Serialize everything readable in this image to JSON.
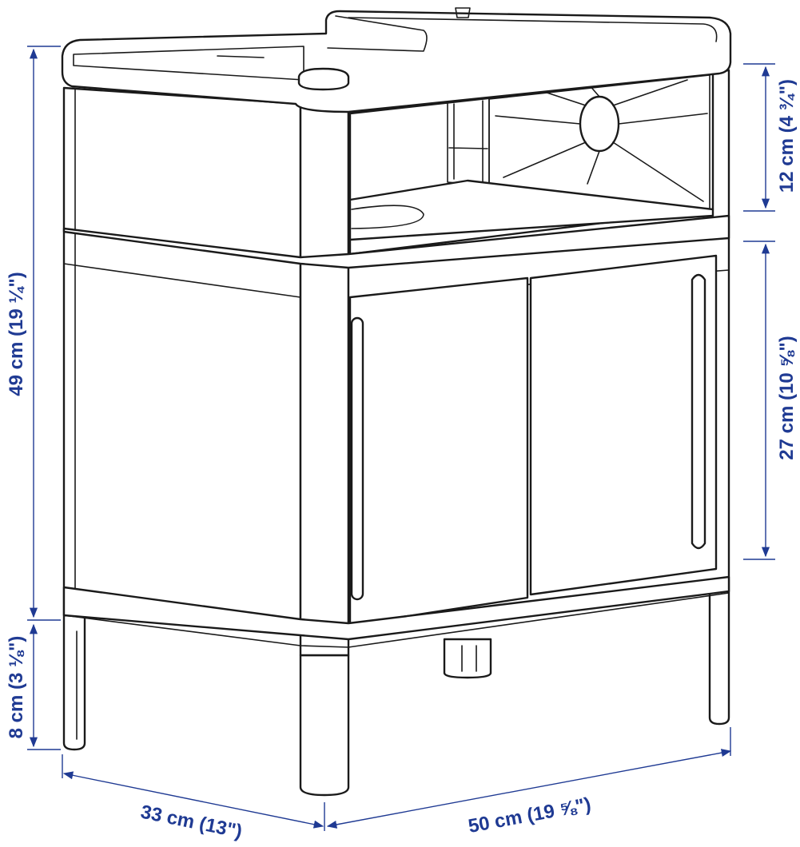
{
  "colors": {
    "dimension": "#1f3a93",
    "line": "#1a1a1a",
    "background": "#ffffff"
  },
  "dimensions": {
    "total_height": "49 cm (19 ¼\")",
    "top_section": "12 cm (4 ¾\")",
    "cabinet_section": "27 cm (10 ⅝\")",
    "leg_height": "8 cm (3 ⅛\")",
    "depth": "33 cm (13\")",
    "width": "50 cm (19 ⅝\")"
  }
}
